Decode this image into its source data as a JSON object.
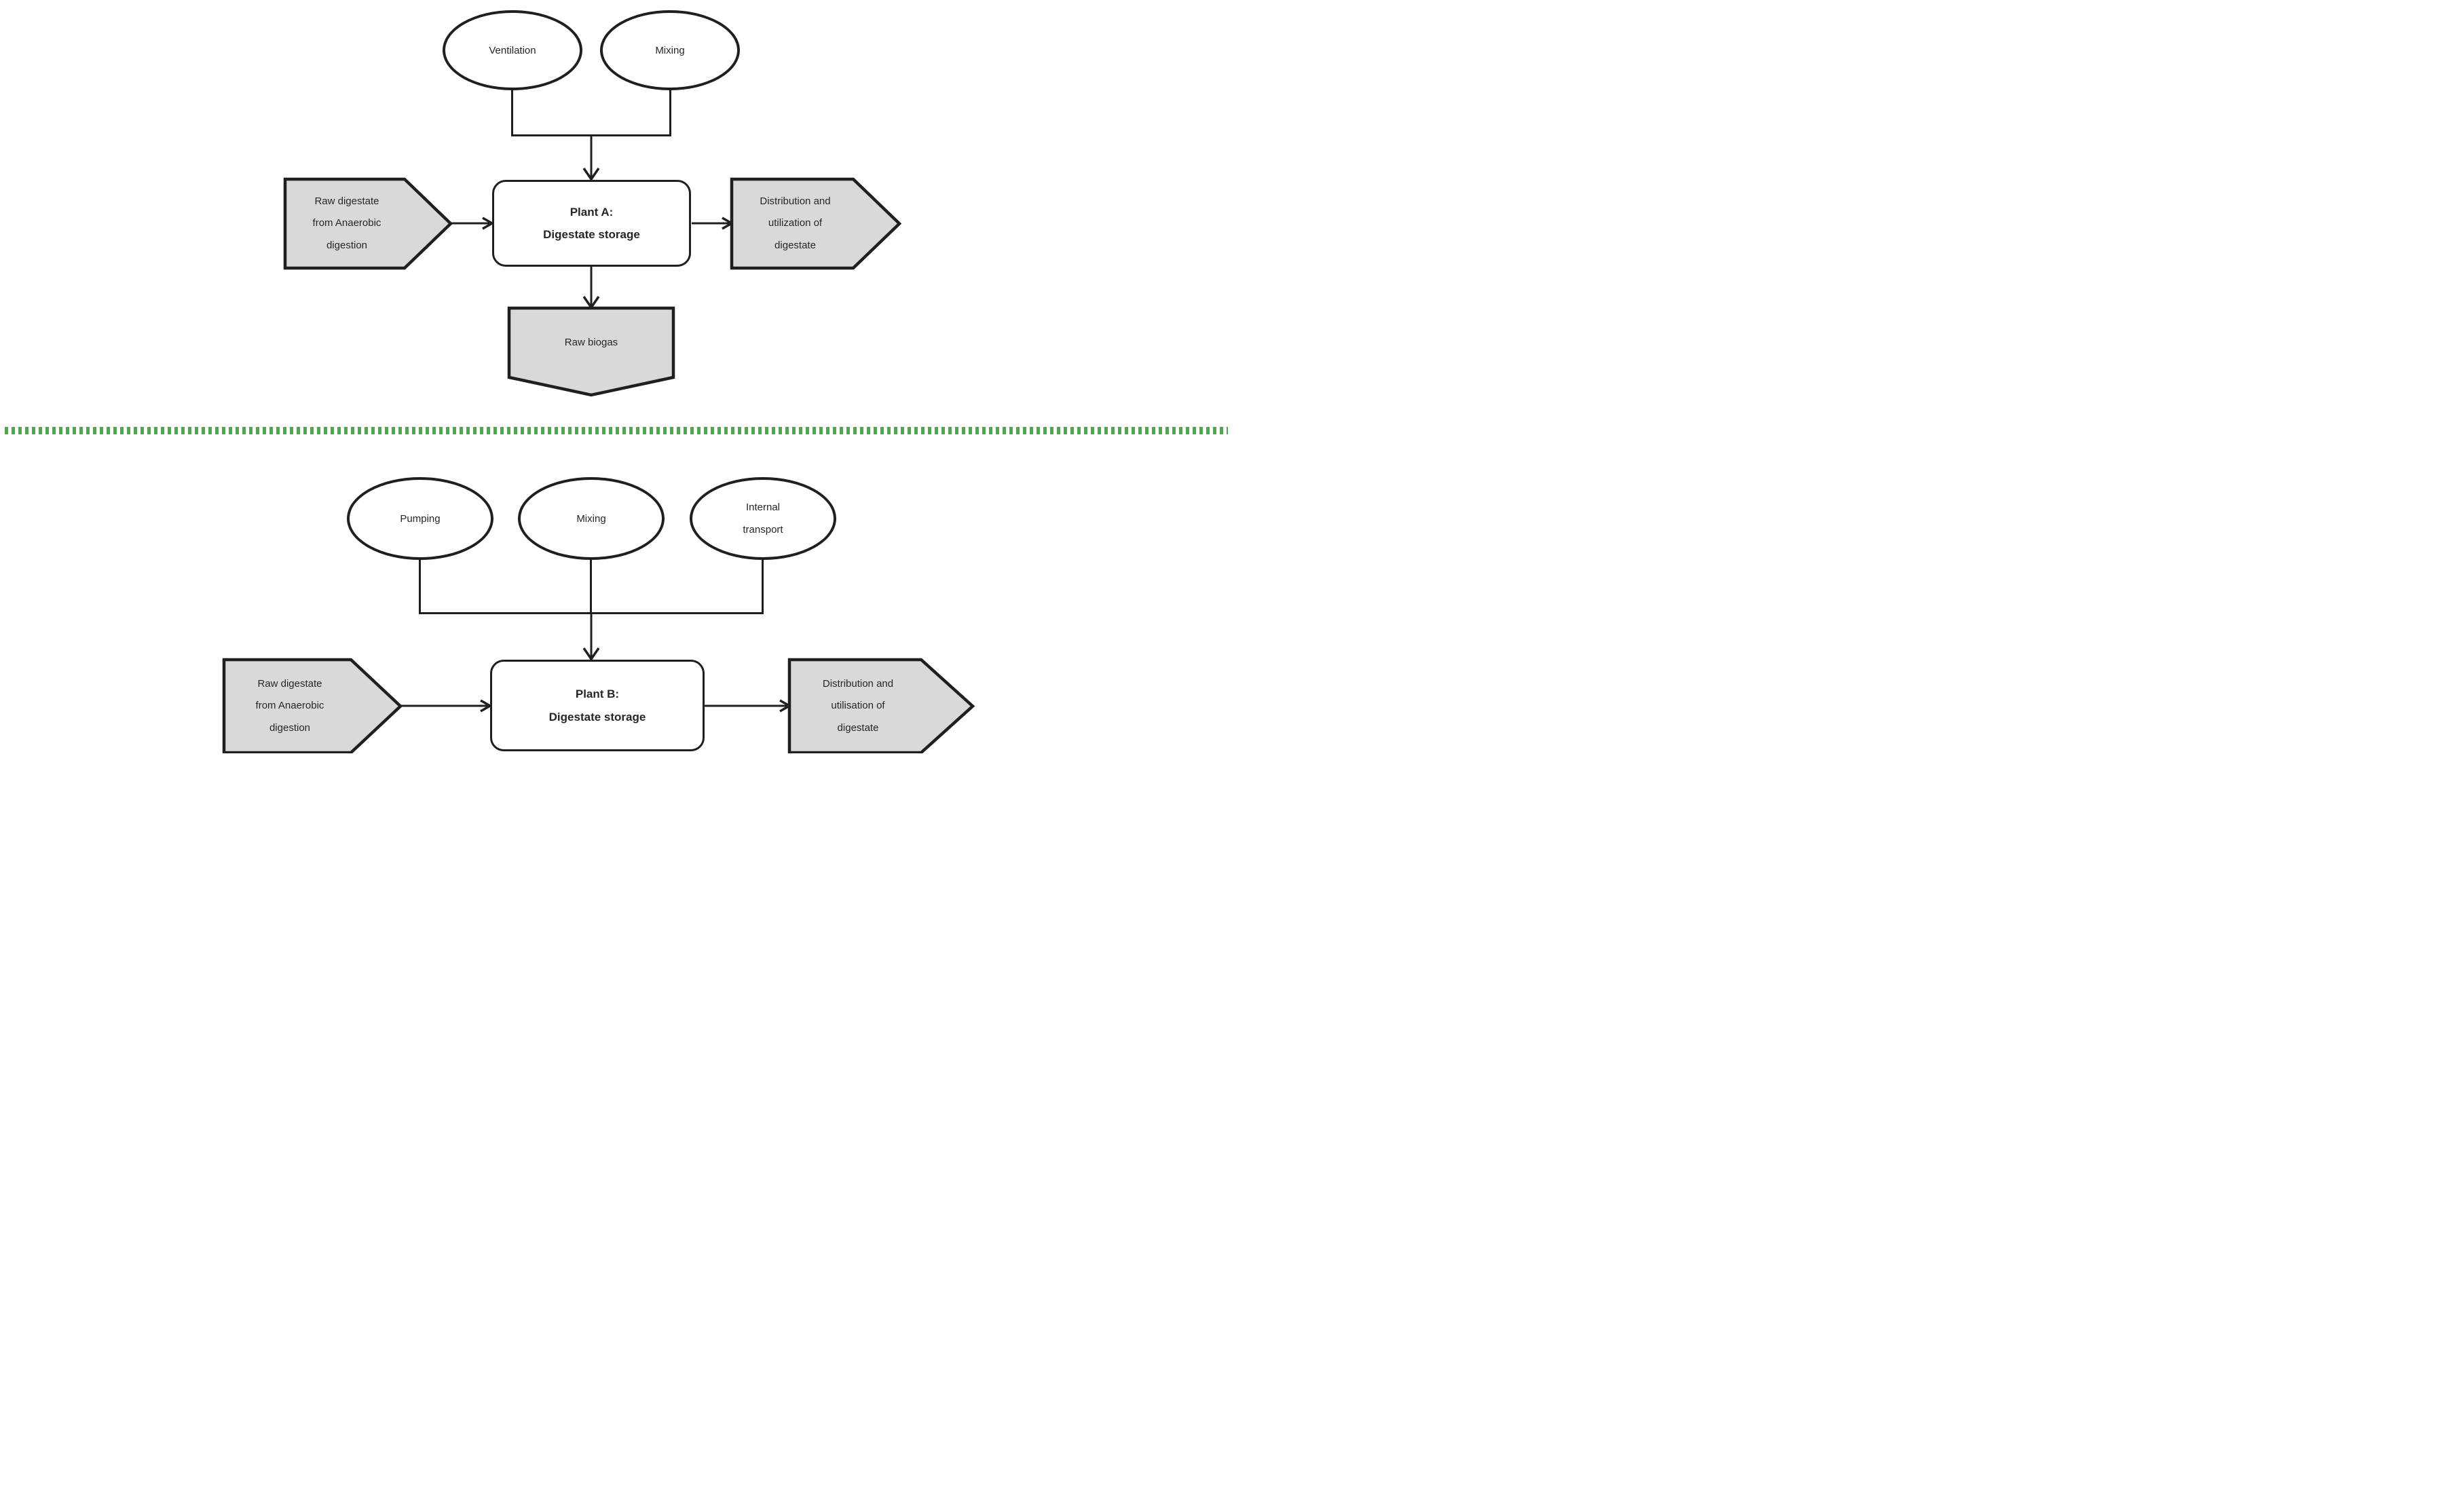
{
  "colors": {
    "ink": "#1f1f1f",
    "text": "#262626",
    "shape_fill": "#d9d9d9",
    "divider_green": "#4da64d"
  },
  "plant_a": {
    "ovals": [
      {
        "label": "Ventilation"
      },
      {
        "label": "Mixing"
      }
    ],
    "input_label": "Raw digestate\nfrom Anaerobic\ndigestion",
    "box_label": "Plant A:\nDigestate storage",
    "output_right_label": "Distribution and\nutilization of\ndigestate",
    "output_down_label": "Raw biogas"
  },
  "plant_b": {
    "ovals": [
      {
        "label": "Pumping"
      },
      {
        "label": "Mixing"
      },
      {
        "label": "Internal\ntransport"
      }
    ],
    "input_label": "Raw digestate\nfrom Anaerobic\ndigestion",
    "box_label": "Plant B:\nDigestate storage",
    "output_right_label": "Distribution and\nutilisation of\ndigestate"
  }
}
